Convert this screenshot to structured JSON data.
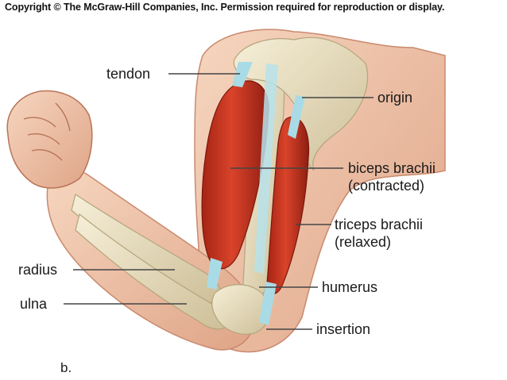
{
  "copyright": "Copyright © The McGraw-Hill Companies, Inc. Permission required for reproduction or display.",
  "labels": {
    "tendon": "tendon",
    "origin": "origin",
    "biceps_line1": "biceps brachii",
    "biceps_line2": "(contracted)",
    "triceps_line1": "triceps brachii",
    "triceps_line2": "(relaxed)",
    "radius": "radius",
    "ulna": "ulna",
    "humerus": "humerus",
    "insertion": "insertion"
  },
  "panel_label": "b.",
  "colors": {
    "skin": "#f2c9ad",
    "skin_shadow": "#d99d80",
    "bone": "#efe6c8",
    "bone_shadow": "#cfc09a",
    "muscle": "#c8321f",
    "muscle_dark": "#8e1e12",
    "tendon": "#a9dbe6",
    "leader_line": "#444444"
  }
}
